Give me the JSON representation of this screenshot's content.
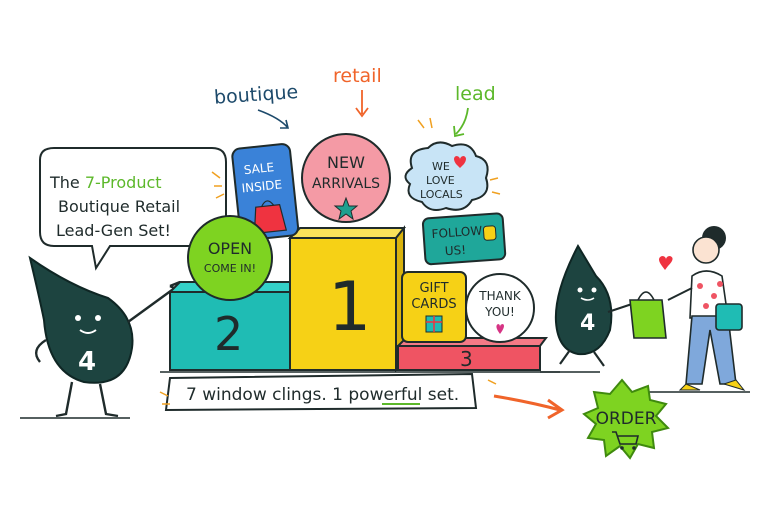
{
  "labels": {
    "boutique": "boutique",
    "retail": "retail",
    "lead": "lead"
  },
  "speech_bubble": {
    "line1_prefix": "The ",
    "line1_highlight": "7-Product",
    "line2": "Boutique Retail",
    "line3": "Lead-Gen Set!"
  },
  "mascot": {
    "number": "4"
  },
  "podium": {
    "first": "1",
    "second": "2",
    "third": "3"
  },
  "signs": {
    "sale": [
      "SALE",
      "INSIDE"
    ],
    "new_arrivals": [
      "NEW",
      "ARRIVALS"
    ],
    "we_love_locals": [
      "WE",
      "LOVE",
      "LOCALS"
    ],
    "open": [
      "OPEN",
      "COME IN!"
    ],
    "follow_us": [
      "FOLLOW",
      "US!"
    ],
    "gift_cards": [
      "GIFT",
      "CARDS"
    ],
    "thank_you": [
      "THANK",
      "YOU!"
    ]
  },
  "tagline": {
    "prefix": "7 window clings. 1 ",
    "highlight": "powerful",
    "suffix": " set."
  },
  "order_button": {
    "label": "ORDER"
  },
  "colors": {
    "ink": "#1f2b2b",
    "mascot": "#1d4440",
    "green": "#5cb82a",
    "orange": "#f0642a",
    "teal": "#1fbcb4",
    "yellow": "#f6d116",
    "red": "#ef5463",
    "pink": "#f49aa5",
    "blue": "#3a82d8",
    "lime": "#7ed321"
  }
}
